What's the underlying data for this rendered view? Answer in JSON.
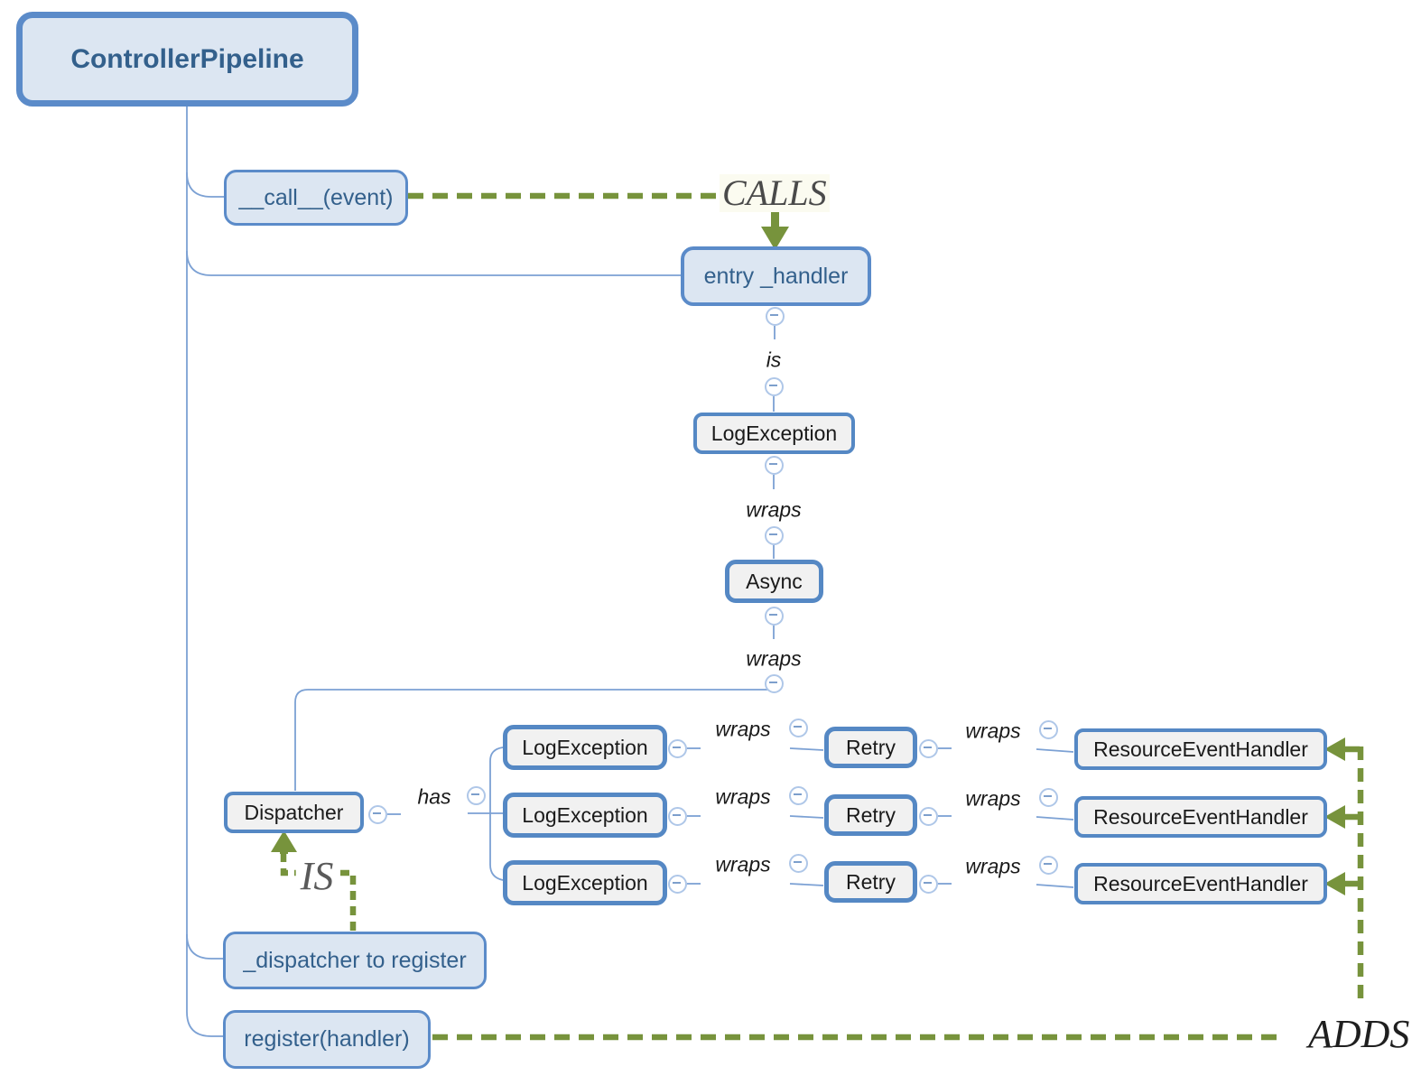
{
  "nodes": {
    "root": "ControllerPipeline",
    "call": "__call__(event)",
    "entry": "entry _handler",
    "logex": "LogException",
    "async": "Async",
    "dispatcher": "Dispatcher",
    "dispatch_reg": "_dispatcher to register",
    "register": "register(handler)"
  },
  "labels": {
    "is": "is",
    "wraps": "wraps",
    "has": "has"
  },
  "relations": {
    "calls": "CALLS",
    "is": "IS",
    "adds": "ADDS"
  },
  "rows": [
    {
      "log": "LogException",
      "wraps1": "wraps",
      "retry": "Retry",
      "wraps2": "wraps",
      "handler": "ResourceEventHandler"
    },
    {
      "log": "LogException",
      "wraps1": "wraps",
      "retry": "Retry",
      "wraps2": "wraps",
      "handler": "ResourceEventHandler"
    },
    {
      "log": "LogException",
      "wraps1": "wraps",
      "retry": "Retry",
      "wraps2": "wraps",
      "handler": "ResourceEventHandler"
    }
  ],
  "colors": {
    "node_border_blue": "#5B8BC9",
    "node_fill_blue": "#DCE6F2",
    "node_fill_gray": "#F1F1F1",
    "node_text_blue": "#33608C",
    "connector_blue": "#7CA1D4",
    "relation_green": "#77933C",
    "collapse_ring": "#AFC7E8"
  }
}
